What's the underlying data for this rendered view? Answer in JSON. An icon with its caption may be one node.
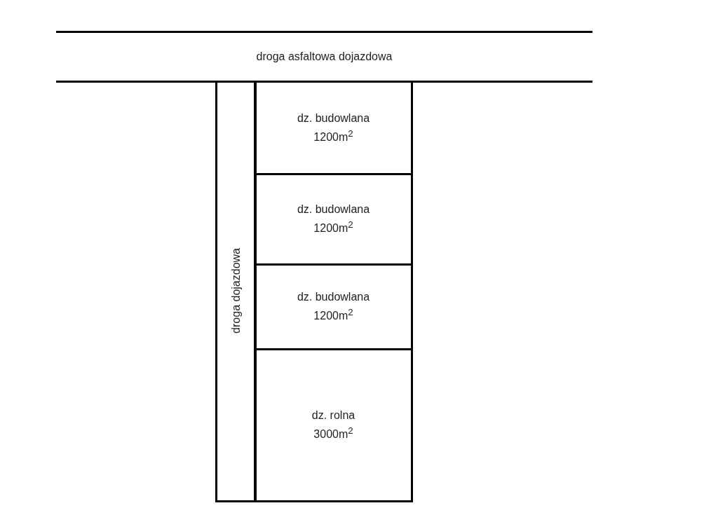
{
  "diagram": {
    "nodes": [
      {
        "text": [
          "droga asfaltowa dojazdowa"
        ]
      },
      {
        "text": [
          "droga dojazdowa"
        ]
      },
      {
        "text": [
          "dz. budowlana",
          "1200m$^{2}$"
        ]
      },
      {
        "text": [
          "dz. budowlana",
          "1200m$^{2}$"
        ]
      },
      {
        "text": [
          "dz. budowlana",
          "1200m$^{2}$"
        ]
      },
      {
        "text": [
          "dz. rolna",
          "3000m$^{2}$"
        ]
      }
    ],
    "edges": []
  }
}
